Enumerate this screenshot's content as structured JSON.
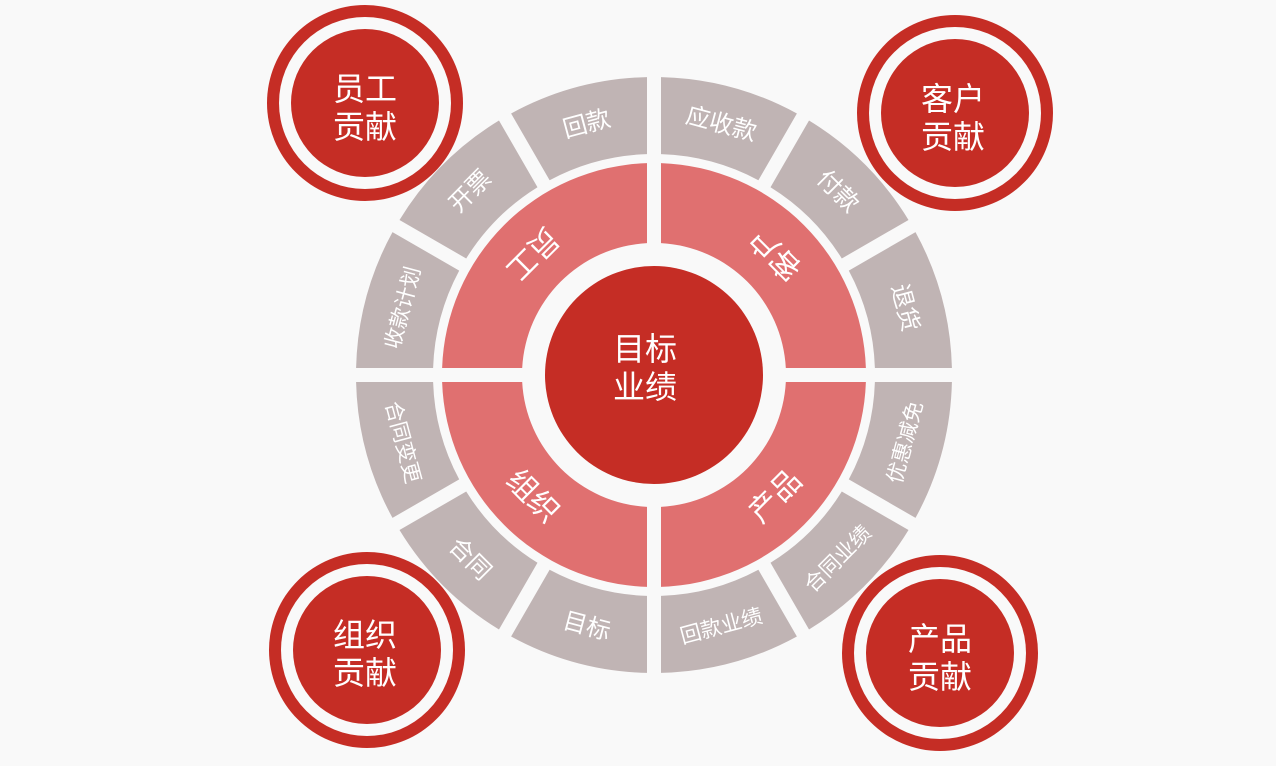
{
  "colors": {
    "background": "#f9f9f9",
    "outer_ring": "#c0b4b4",
    "inner_ring": "#e07070",
    "core": "#c52d25",
    "text": "#ffffff"
  },
  "center": {
    "line1": "目标",
    "line2": "业绩"
  },
  "inner_ring": [
    {
      "label": "员工",
      "quadrant": "top-left"
    },
    {
      "label": "客户",
      "quadrant": "top-right"
    },
    {
      "label": "产品",
      "quadrant": "bottom-right"
    },
    {
      "label": "组织",
      "quadrant": "bottom-left"
    }
  ],
  "outer_ring": [
    {
      "label": "应收款"
    },
    {
      "label": "付款"
    },
    {
      "label": "退货"
    },
    {
      "label": "优惠减免"
    },
    {
      "label": "合同业绩"
    },
    {
      "label": "回款业绩"
    },
    {
      "label": "目标"
    },
    {
      "label": "合同"
    },
    {
      "label": "合同变更"
    },
    {
      "label": "收款计划"
    },
    {
      "label": "开票"
    },
    {
      "label": "回款"
    }
  ],
  "corners": [
    {
      "id": "employee",
      "line1": "员工",
      "line2": "贡献"
    },
    {
      "id": "customer",
      "line1": "客户",
      "line2": "贡献"
    },
    {
      "id": "organization",
      "line1": "组织",
      "line2": "贡献"
    },
    {
      "id": "product",
      "line1": "产品",
      "line2": "贡献"
    }
  ]
}
